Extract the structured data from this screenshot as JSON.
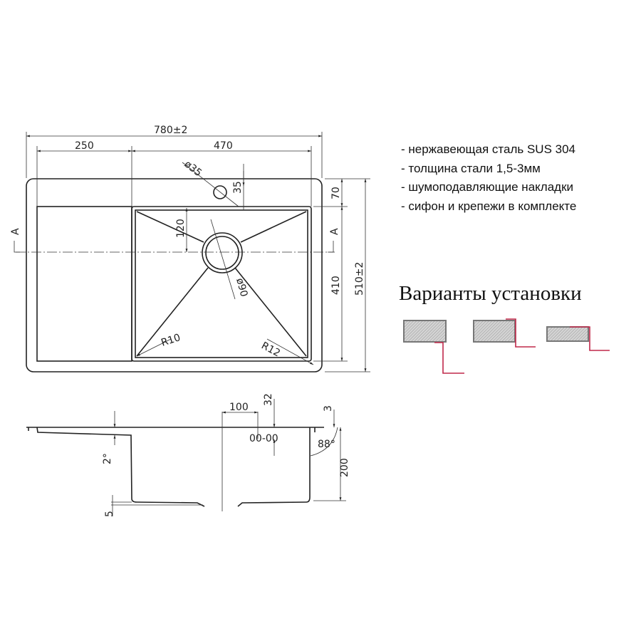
{
  "features": [
    "- нержавеющая сталь SUS 304",
    "- толщина стали 1,5-3мм",
    "- шумоподавляющие накладки",
    "- сифон и крепежи в комплекте"
  ],
  "installation_title": "Варианты установки",
  "installation_icons": [
    "overmount-icon",
    "flush-mount-icon",
    "undermount-icon"
  ],
  "accent_color": "#c0284a",
  "top_view": {
    "overall_width": "780±2",
    "drainboard_width": "250",
    "bowl_width": "470",
    "overflow_diameter": "ø35",
    "overflow_offset": "35",
    "top_margin": "70",
    "bowl_depth_plan": "410",
    "overall_depth": "510±2",
    "drain_offset": "120",
    "drain_diameter": "ø90",
    "radius_left": "R10",
    "radius_right": "R12",
    "section_mark": "A"
  },
  "section_view": {
    "slope": "2°",
    "overflow_distance": "100",
    "overflow_height": "32",
    "rim": "3",
    "wall_angle": "88°",
    "bowl_height": "200",
    "bottom": "5"
  }
}
